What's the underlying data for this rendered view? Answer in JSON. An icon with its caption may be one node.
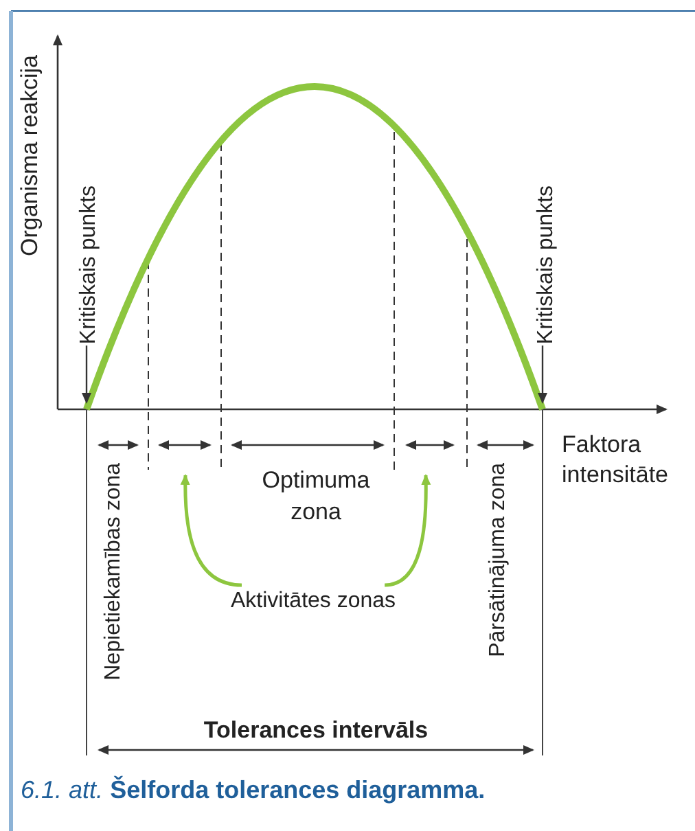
{
  "diagram": {
    "caption": "*6.1. att.* **Šelforda tolerances diagramma.**",
    "nodes": [
      {
        "text": [
          "Kritiskais punkts"
        ]
      },
      {
        "text": [
          "Kritiskais punkts"
        ]
      },
      {
        "text": [
          "Aktivitātes zonas"
        ]
      }
    ],
    "edges": [
      {
        "from": 0,
        "to": null,
        "arrow": "to"
      },
      {
        "from": 1,
        "to": null,
        "arrow": "to"
      },
      {
        "from": 2,
        "to": null,
        "arrow": "to",
        "color": "#8dc63f"
      },
      {
        "from": 2,
        "to": null,
        "arrow": "to",
        "color": "#8dc63f"
      }
    ],
    "labels": [
      "Organisma reakcija",
      "Faktora intensitāte",
      "Optimuma zona",
      "Nepietiekamības zona",
      "Pārsātinājuma zona",
      "Tolerances intervāls"
    ]
  }
}
